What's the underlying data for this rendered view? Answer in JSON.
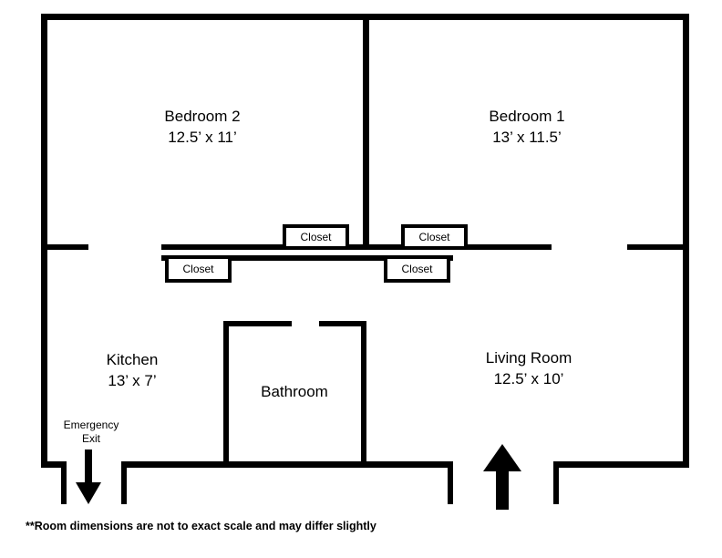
{
  "rooms": {
    "bedroom2": {
      "name": "Bedroom 2",
      "dims": "12.5’ x 11’"
    },
    "bedroom1": {
      "name": "Bedroom 1",
      "dims": "13’ x 11.5’"
    },
    "kitchen": {
      "name": "Kitchen",
      "dims": "13’ x 7’"
    },
    "bathroom": {
      "name": "Bathroom"
    },
    "living_room": {
      "name": "Living Room",
      "dims": "12.5’ x 10’"
    }
  },
  "labels": {
    "closet": "Closet",
    "emergency_exit_line1": "Emergency",
    "emergency_exit_line2": "Exit"
  },
  "footnote": "**Room dimensions are not to exact scale and may differ slightly",
  "colors": {
    "wall": "#000000",
    "background": "#ffffff"
  }
}
